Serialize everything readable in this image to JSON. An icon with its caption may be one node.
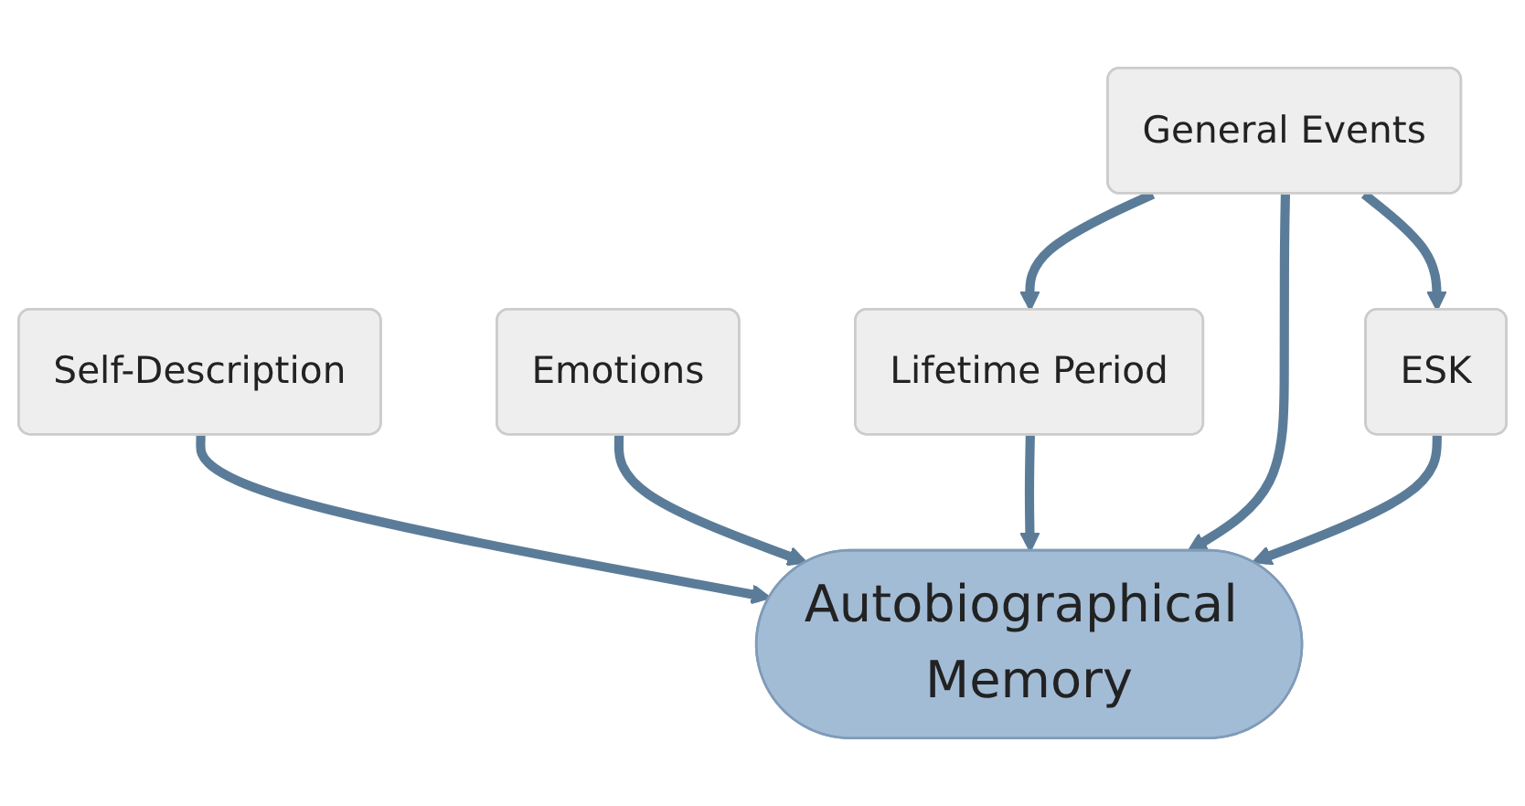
{
  "diagram": {
    "nodes": [
      {
        "text": [
          "Self-Description"
        ]
      },
      {
        "text": [
          "Emotions"
        ]
      },
      {
        "text": [
          "Autobiographical Memory"
        ]
      },
      {
        "text": [
          "Lifetime Period"
        ]
      },
      {
        "text": [
          "General Events"
        ]
      },
      {
        "text": [
          "ESK"
        ]
      }
    ],
    "edges": [
      {
        "from": 0,
        "to": 2,
        "arrow": "to"
      },
      {
        "from": 1,
        "to": 2,
        "arrow": "to"
      },
      {
        "from": 3,
        "to": 2,
        "arrow": "to"
      },
      {
        "from": 4,
        "to": 2,
        "arrow": "to"
      },
      {
        "from": 5,
        "to": 2,
        "arrow": "to"
      },
      {
        "from": 4,
        "to": 3,
        "arrow": "to"
      },
      {
        "from": 4,
        "to": 5,
        "arrow": "to"
      }
    ]
  }
}
